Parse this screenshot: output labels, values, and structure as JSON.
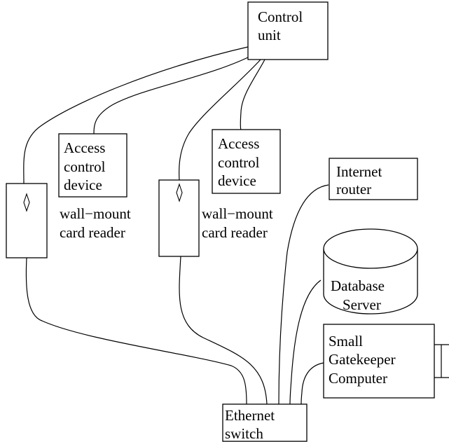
{
  "diagram": {
    "control_unit": {
      "line1": "Control",
      "line2": "unit"
    },
    "access_control_left": {
      "line1": "Access",
      "line2": "control",
      "line3": "device"
    },
    "access_control_right": {
      "line1": "Access",
      "line2": "control",
      "line3": "device"
    },
    "card_reader_left": {
      "line1": "wall−mount",
      "line2": "card reader"
    },
    "card_reader_right": {
      "line1": "wall−mount",
      "line2": "card reader"
    },
    "internet_router": {
      "line1": "Internet",
      "line2": "router"
    },
    "database_server": {
      "line1": "Database",
      "line2": "Server"
    },
    "gatekeeper_computer": {
      "line1": "Small",
      "line2": "Gatekeeper",
      "line3": "Computer"
    },
    "ethernet_switch": {
      "line1": "Ethernet",
      "line2": "switch"
    }
  }
}
